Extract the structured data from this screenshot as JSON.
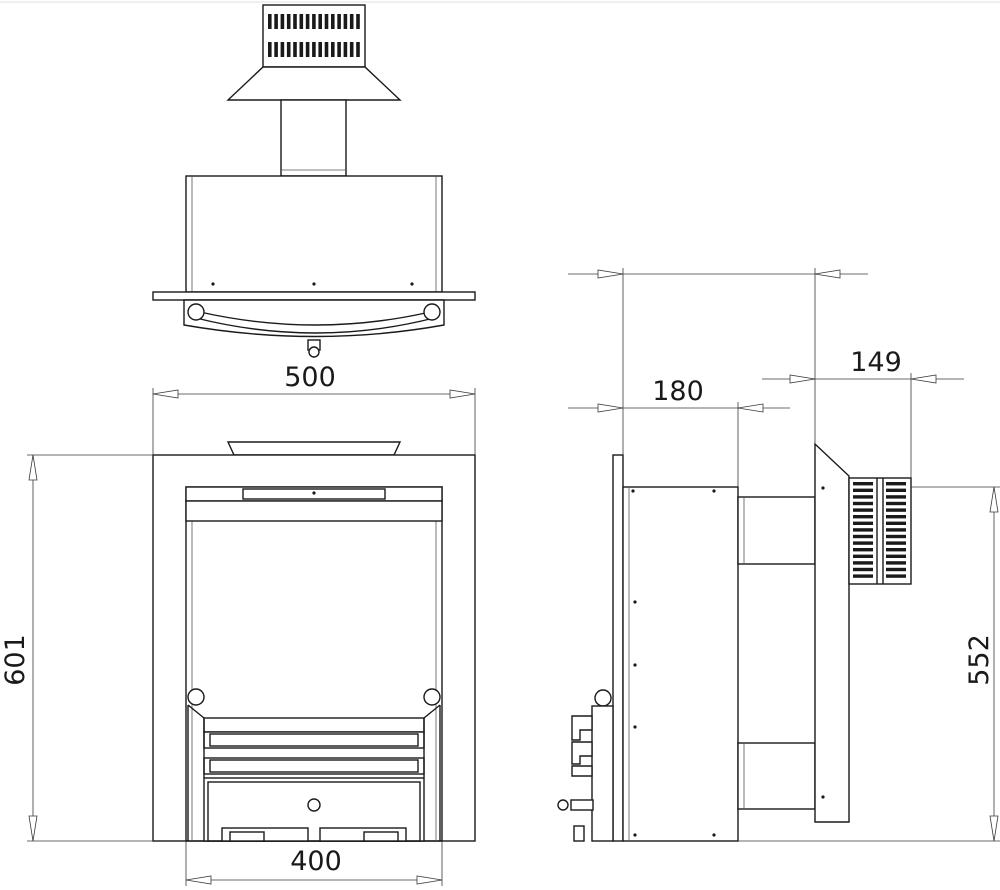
{
  "dimensions": {
    "overall_width": "500",
    "overall_height": "601",
    "opening_width": "400",
    "depth_body": "180",
    "depth_flue": "149",
    "side_height": "552"
  }
}
